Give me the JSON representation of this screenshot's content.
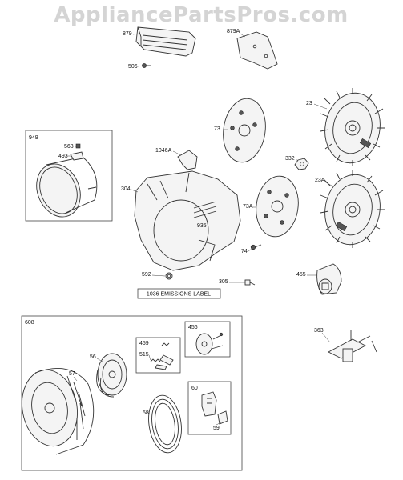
{
  "watermark": "AppliancePartsPros.com",
  "callouts": {
    "c879": "879",
    "c879a": "879A",
    "c506": "506",
    "c949": "949",
    "c563": "563",
    "c493": "493",
    "c1046a": "1046A",
    "c73": "73",
    "c23": "23",
    "c332": "332",
    "c304": "304",
    "c23a": "23A",
    "c73a": "73A",
    "c935": "935",
    "c74": "74",
    "c455": "455",
    "c592": "592",
    "c305": "305",
    "c608": "608",
    "c456": "456",
    "c459": "459",
    "c515": "515",
    "c56": "56",
    "c57": "57",
    "c363": "363",
    "c60": "60",
    "c58": "58",
    "c59": "59"
  },
  "emissions_label": "1036 EMISSIONS LABEL"
}
